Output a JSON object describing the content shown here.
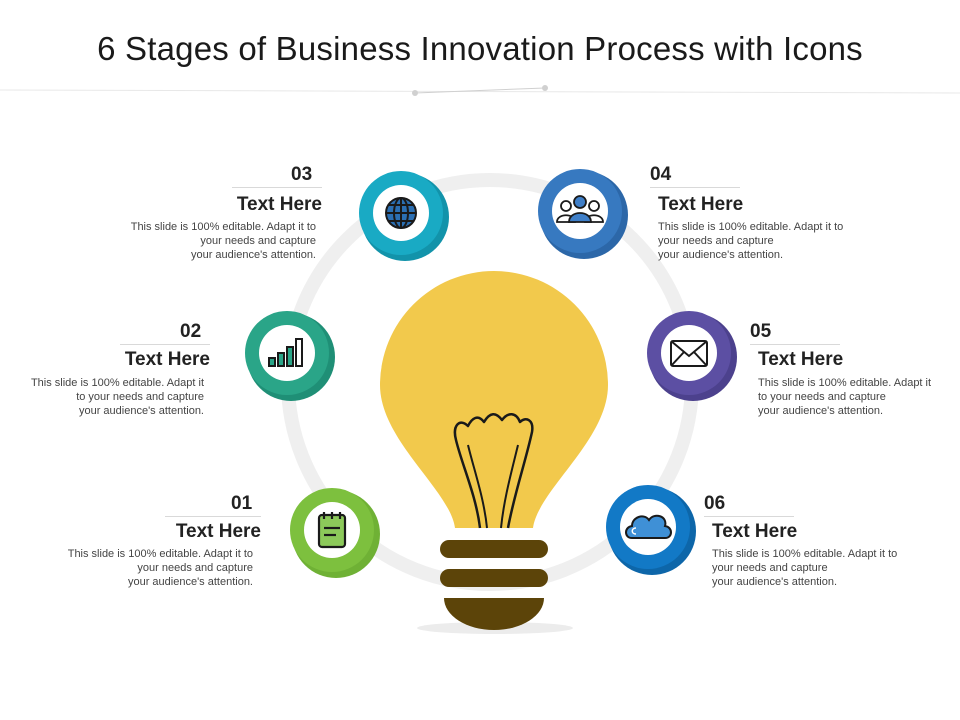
{
  "title": "6 Stages of Business Innovation Process with Icons",
  "colors": {
    "stage1": "#7dc03e",
    "stage2": "#2aa588",
    "stage3": "#19aac4",
    "stage4": "#3779c0",
    "stage5": "#5c4fa3",
    "stage6": "#1279c6",
    "bulb": "#f2c94c",
    "base": "#5c4409",
    "ring": "#eeeeee"
  },
  "stages": [
    {
      "number": "01",
      "heading": "Text Here",
      "description": [
        "This slide is 100% editable. Adapt it to",
        "your needs and capture",
        "your audience's attention."
      ],
      "icon": "notepad-icon"
    },
    {
      "number": "02",
      "heading": "Text Here",
      "description": [
        "This slide is 100% editable. Adapt it",
        "to your needs and capture",
        "your audience's attention."
      ],
      "icon": "bar-chart-icon"
    },
    {
      "number": "03",
      "heading": "Text Here",
      "description": [
        "This slide is 100% editable. Adapt it to",
        "your needs and capture",
        "your audience's attention."
      ],
      "icon": "globe-icon"
    },
    {
      "number": "04",
      "heading": "Text Here",
      "description": [
        "This slide is 100% editable. Adapt it to",
        "your needs and capture",
        "your audience's attention."
      ],
      "icon": "team-icon"
    },
    {
      "number": "05",
      "heading": "Text Here",
      "description": [
        "This slide is 100% editable. Adapt it",
        "to your needs and capture",
        "your audience's attention."
      ],
      "icon": "envelope-icon"
    },
    {
      "number": "06",
      "heading": "Text Here",
      "description": [
        "This slide is 100% editable. Adapt it to",
        "your needs and capture",
        "your audience's attention."
      ],
      "icon": "cloud-icon"
    }
  ]
}
